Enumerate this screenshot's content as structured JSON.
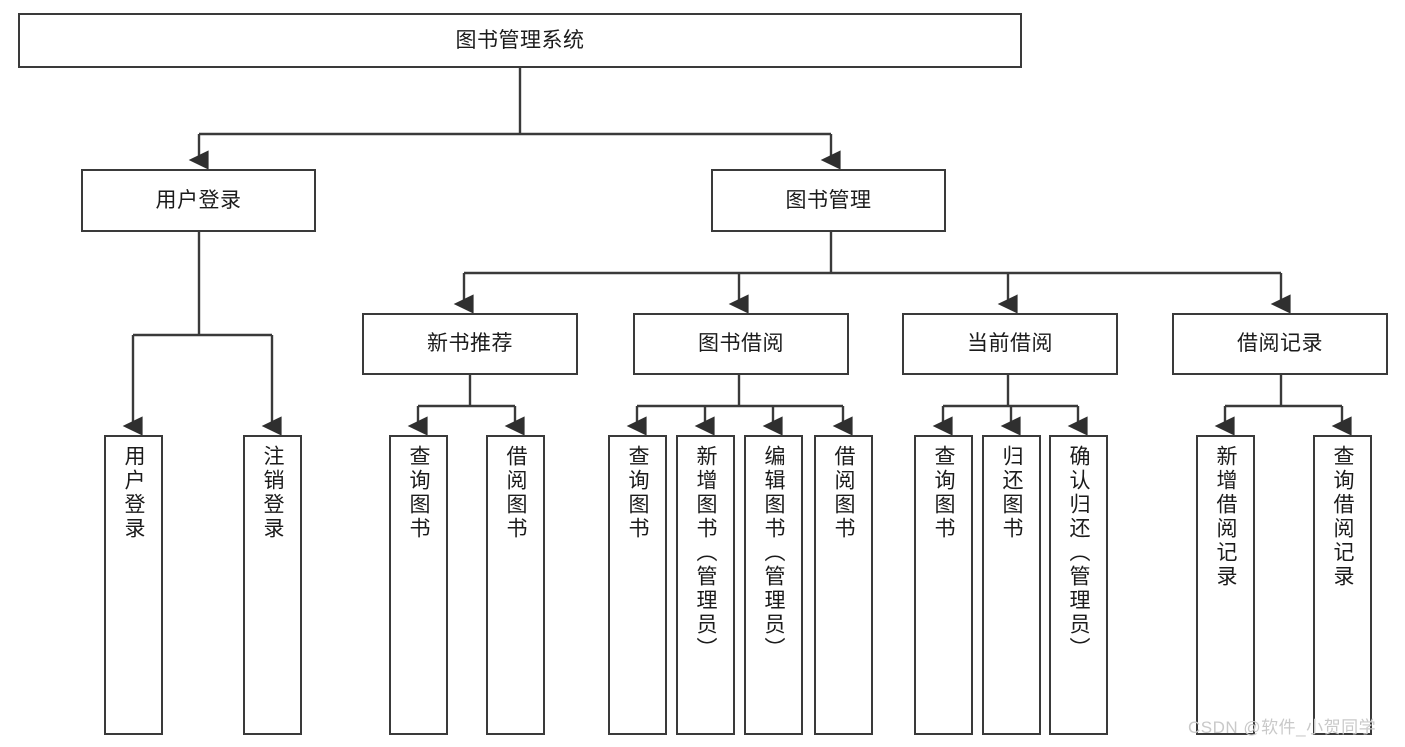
{
  "diagram": {
    "title": "图书管理系统",
    "type": "tree-hierarchy",
    "root": {
      "id": "root",
      "label": "图书管理系统"
    },
    "level2": [
      {
        "id": "user-login",
        "label": "用户登录"
      },
      {
        "id": "book-manage",
        "label": "图书管理"
      }
    ],
    "level3": [
      {
        "id": "new-book-recommend",
        "label": "新书推荐"
      },
      {
        "id": "book-borrow",
        "label": "图书借阅"
      },
      {
        "id": "current-borrow",
        "label": "当前借阅"
      },
      {
        "id": "borrow-record",
        "label": "借阅记录"
      }
    ],
    "leaves": {
      "user_login": [
        {
          "id": "leaf-user-login",
          "label": "用户登录"
        },
        {
          "id": "leaf-logout-login",
          "label": "注销登录"
        }
      ],
      "new_book_recommend": [
        {
          "id": "leaf-query-book-1",
          "label": "查询图书"
        },
        {
          "id": "leaf-borrow-book-1",
          "label": "借阅图书"
        }
      ],
      "book_borrow": [
        {
          "id": "leaf-query-book-2",
          "label": "查询图书"
        },
        {
          "id": "leaf-add-book",
          "label": "新增图书（管理员）"
        },
        {
          "id": "leaf-edit-book",
          "label": "编辑图书（管理员）"
        },
        {
          "id": "leaf-borrow-book-2",
          "label": "借阅图书"
        }
      ],
      "current_borrow": [
        {
          "id": "leaf-query-book-3",
          "label": "查询图书"
        },
        {
          "id": "leaf-return-book",
          "label": "归还图书"
        },
        {
          "id": "leaf-confirm-return",
          "label": "确认归还（管理员）"
        }
      ],
      "borrow_record": [
        {
          "id": "leaf-add-record",
          "label": "新增借阅记录"
        },
        {
          "id": "leaf-query-record",
          "label": "查询借阅记录"
        }
      ]
    },
    "colors": {
      "box_border": "#3a3a3a",
      "box_fill": "#ffffff",
      "text": "#1b1b1b",
      "edge": "#3a3a3a",
      "watermark": "#c9c9c9"
    }
  },
  "watermark": {
    "text": "CSDN @软件_小贺同学"
  }
}
